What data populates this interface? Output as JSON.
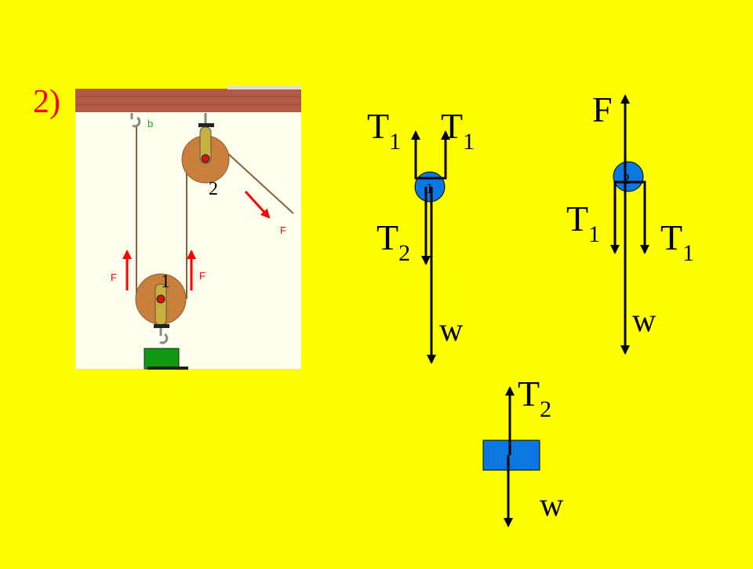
{
  "problem_number": "2)",
  "colors": {
    "background": "#FFFF00",
    "problem_number": "#FF0000",
    "ceiling": "#B35A48",
    "panel": "#FFFFEE",
    "pulley": "#C9803A",
    "bracket": "#C8B040",
    "force_arrow": "#FF0000",
    "block": "#119911",
    "body": "#0A78E0",
    "vector": "#000000"
  },
  "illustration": {
    "hook_label": "b",
    "pulley_2_label": "2",
    "pulley_1_label": "1",
    "force_label_pull": "F",
    "force_label_left": "F",
    "force_label_right": "F"
  },
  "fbd_pulley_1": {
    "body_label": "1",
    "tension_left": {
      "symbol": "T",
      "subscript": "1"
    },
    "tension_right": {
      "symbol": "T",
      "subscript": "1"
    },
    "tension_down": {
      "symbol": "T",
      "subscript": "2"
    },
    "weight": "w"
  },
  "fbd_pulley_2": {
    "body_label": "2",
    "force_up": "F",
    "tension_left": {
      "symbol": "T",
      "subscript": "1"
    },
    "tension_right": {
      "symbol": "T",
      "subscript": "1"
    },
    "weight": "w"
  },
  "fbd_block": {
    "tension_up": {
      "symbol": "T",
      "subscript": "2"
    },
    "weight": "w"
  }
}
